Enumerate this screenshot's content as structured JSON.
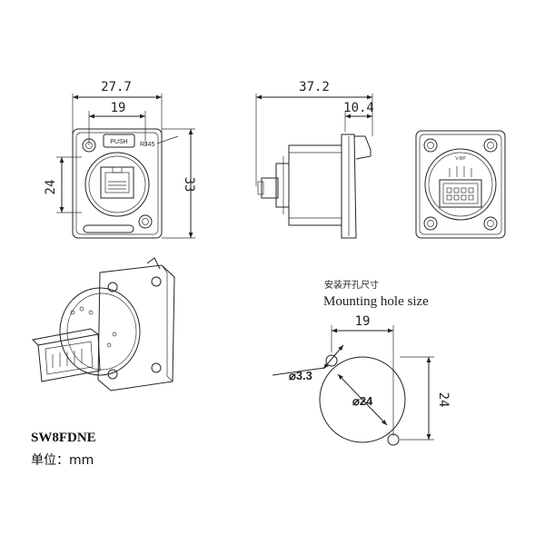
{
  "model": "SW8FDNE",
  "unit_label": "单位：mm",
  "front_view": {
    "width_label": "27.7",
    "inner_label": "19",
    "height_label": "33",
    "side_label": "24",
    "push_label": "PUSH",
    "rj45_label": "RJ45"
  },
  "side_view": {
    "length_label": "37.2",
    "flange_label": "10.4"
  },
  "rear_view": {
    "vbp_label": "V-BP"
  },
  "cutout": {
    "title_cn": "安装开孔尺寸",
    "title_en": "Mounting hole size",
    "spacing_label": "19",
    "height_label": "24",
    "hole_label": "3.3",
    "diameter_label": "24"
  }
}
